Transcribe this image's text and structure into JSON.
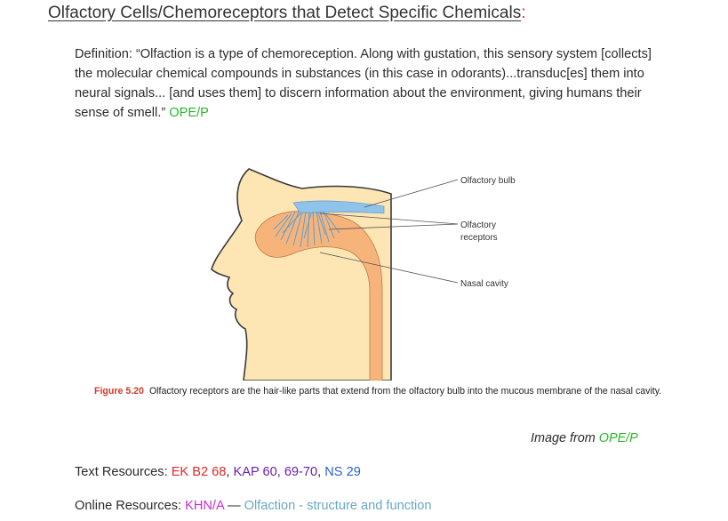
{
  "title": "Olfactory Cells/Chemoreceptors that Detect Specific Chemicals",
  "title_colon": ":",
  "definition": {
    "text": "Definition: “Olfaction is a type of chemoreception. Along with gustation, this sensory system [collects] the molecular chemical compounds in substances (in this case in odorants)...transduc[es] them into neural signals... [and uses them] to discern information about the environment, giving humans their sense of smell.”",
    "source": "OPE/P"
  },
  "figure": {
    "labels": {
      "bulb": "Olfactory bulb",
      "receptors_line1": "Olfactory",
      "receptors_line2": "receptors",
      "cavity": "Nasal cavity"
    },
    "caption_number": "Figure 5.20",
    "caption_text": "Olfactory receptors are the hair-like parts that extend from the olfactory bulb into the mucous membrane of the nasal cavity."
  },
  "credit": {
    "prefix": "Image from",
    "source": "OPE/P"
  },
  "text_resources": {
    "label": "Text Resources:",
    "items": [
      "EK B2 68",
      "KAP 60, 69-70",
      "NS 29"
    ],
    "separator": ", "
  },
  "online_resources": {
    "label": "Online Resources:",
    "source": "KHN/A",
    "dash": " — ",
    "link": "Olfaction - structure and function"
  },
  "colors": {
    "green": "#2bb52b",
    "red": "#e02828",
    "purple": "#6a1fb0",
    "blue": "#2a62c9",
    "magenta": "#c62ed0",
    "lightblue": "#69a6c6",
    "skin": "#fde5b4",
    "cavity": "#f6b47a",
    "receptor": "#5aa0d8"
  }
}
